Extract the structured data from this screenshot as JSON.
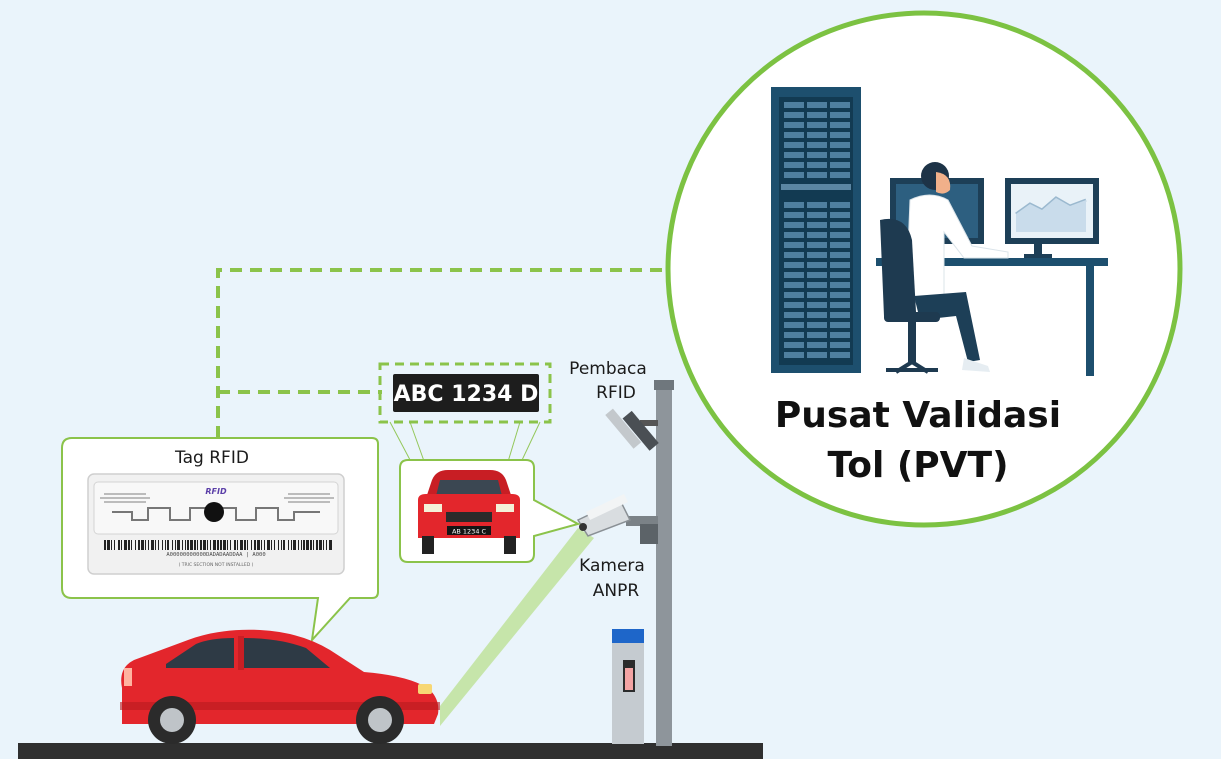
{
  "center": {
    "title_line1": "Pusat Validasi",
    "title_line2": "Tol (PVT)"
  },
  "labels": {
    "rfid_reader_line1": "Pembaca",
    "rfid_reader_line2": "RFID",
    "anpr_camera_line1": "Kamera",
    "anpr_camera_line2": "ANPR",
    "rfid_tag_title": "Tag RFID"
  },
  "plate": {
    "large": "ABC 1234 D",
    "small": "AB 1234 C"
  },
  "tag": {
    "logo": "RFID",
    "barcode_text": "A00000000000DADADAADDAA | A000",
    "small_text": "( TRIC SECTION NOT INSTALLED )"
  },
  "colors": {
    "background": "#eaf4fb",
    "accent_green": "#7cc242",
    "dash_green": "#8bc34a",
    "car_red": "#e3262c",
    "server_blue": "#1d4f6e",
    "ground": "#2f2f2f"
  },
  "icons": [
    "server-rack-icon",
    "operator-at-desk-icon",
    "car-icon",
    "anpr-camera-icon",
    "rfid-reader-icon",
    "toll-gate-icon"
  ]
}
